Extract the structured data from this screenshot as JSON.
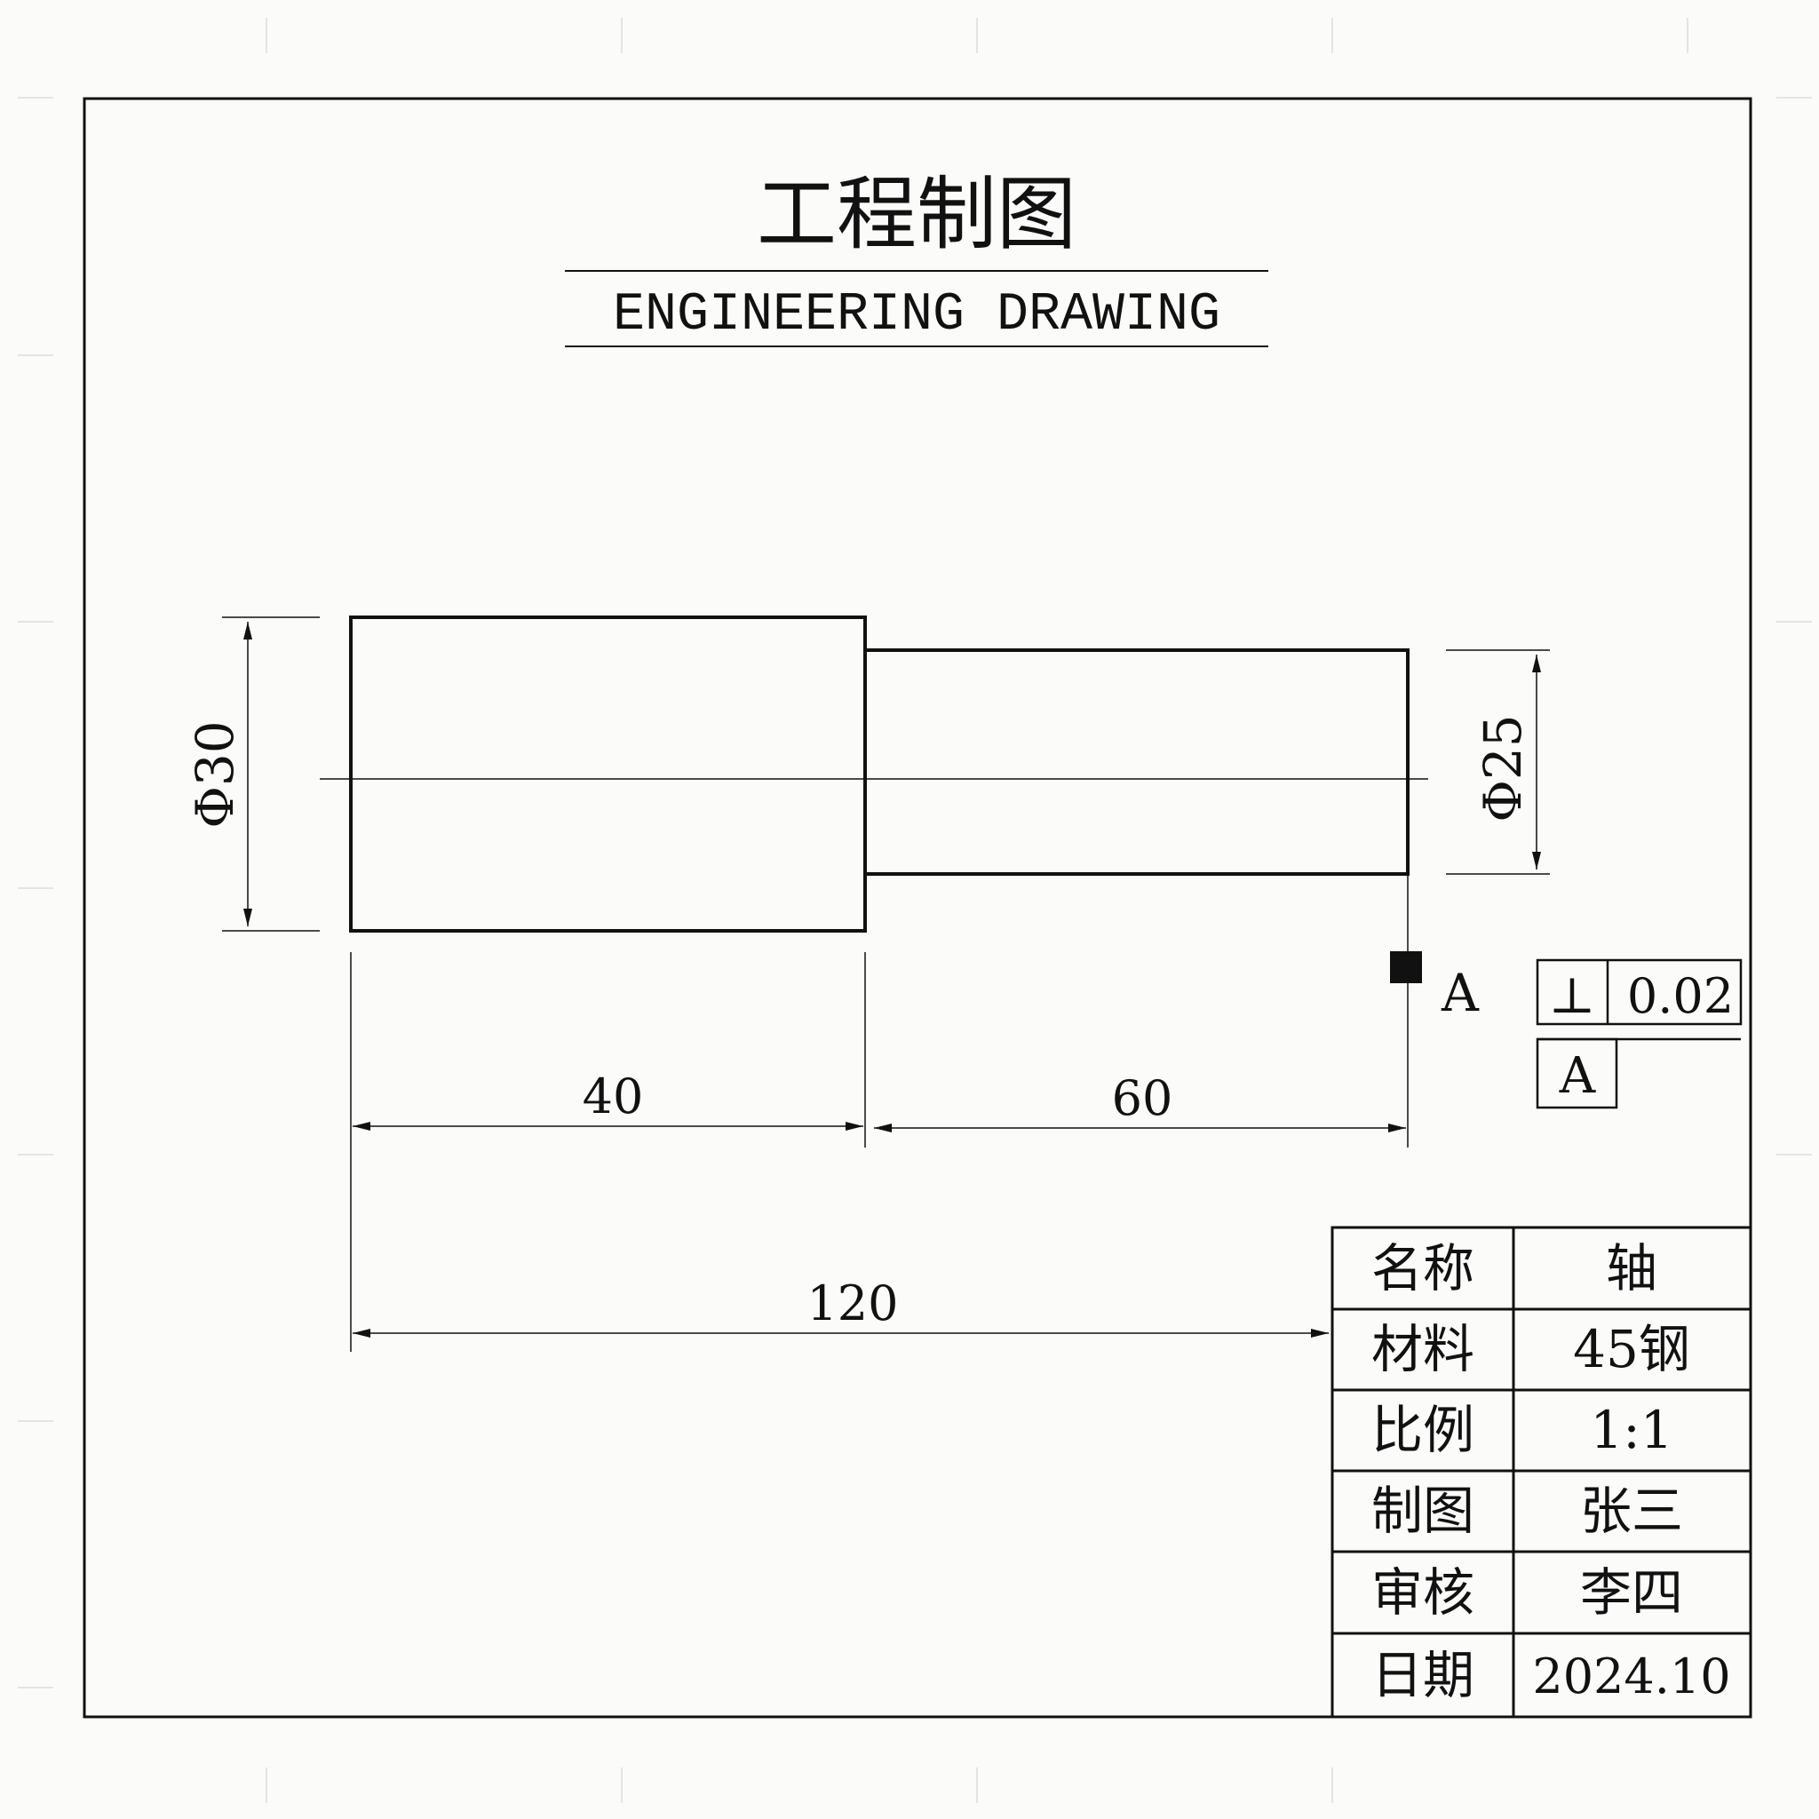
{
  "title": {
    "cn": "工程制图",
    "en": "ENGINEERING DRAWING"
  },
  "dimensions": {
    "dia_left": "Φ30",
    "dia_right": "Φ25",
    "len_left": "40",
    "len_right": "60",
    "len_total": "120"
  },
  "datum": {
    "label": "A"
  },
  "tolerance": {
    "symbol": "⊥",
    "value": "0.02",
    "datum_ref": "A"
  },
  "title_block": {
    "rows": [
      {
        "label": "名称",
        "value": "轴"
      },
      {
        "label": "材料",
        "value": "45钢"
      },
      {
        "label": "比例",
        "value": "1:1"
      },
      {
        "label": "制图",
        "value": "张三"
      },
      {
        "label": "审核",
        "value": "李四"
      },
      {
        "label": "日期",
        "value": "2024.10"
      }
    ]
  }
}
